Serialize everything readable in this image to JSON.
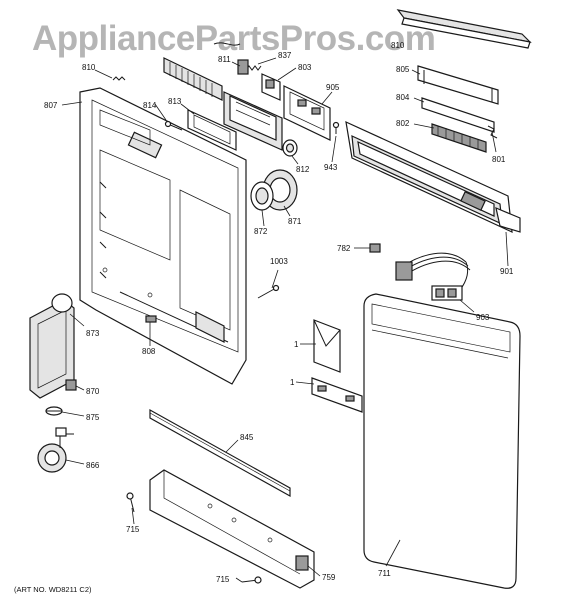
{
  "watermark": "AppliancePartsPros.com",
  "art_number": "(ART NO. WD8211 C2)",
  "labels": {
    "p810a": "810",
    "p810b": "810",
    "p807": "807",
    "p814": "814",
    "p813": "813",
    "p811": "811",
    "p837": "837",
    "p803": "803",
    "p905": "905",
    "p805": "805",
    "p804": "804",
    "p802": "802",
    "p801": "801",
    "p812": "812",
    "p943": "943",
    "p871": "871",
    "p872": "872",
    "p1003": "1003",
    "p782": "782",
    "p901": "901",
    "p903": "903",
    "p873": "873",
    "p808": "808",
    "p1a": "1",
    "p1b": "1",
    "p870": "870",
    "p875": "875",
    "p845": "845",
    "p866": "866",
    "p715a": "715",
    "p711": "711",
    "p715b": "715",
    "p759": "759"
  }
}
